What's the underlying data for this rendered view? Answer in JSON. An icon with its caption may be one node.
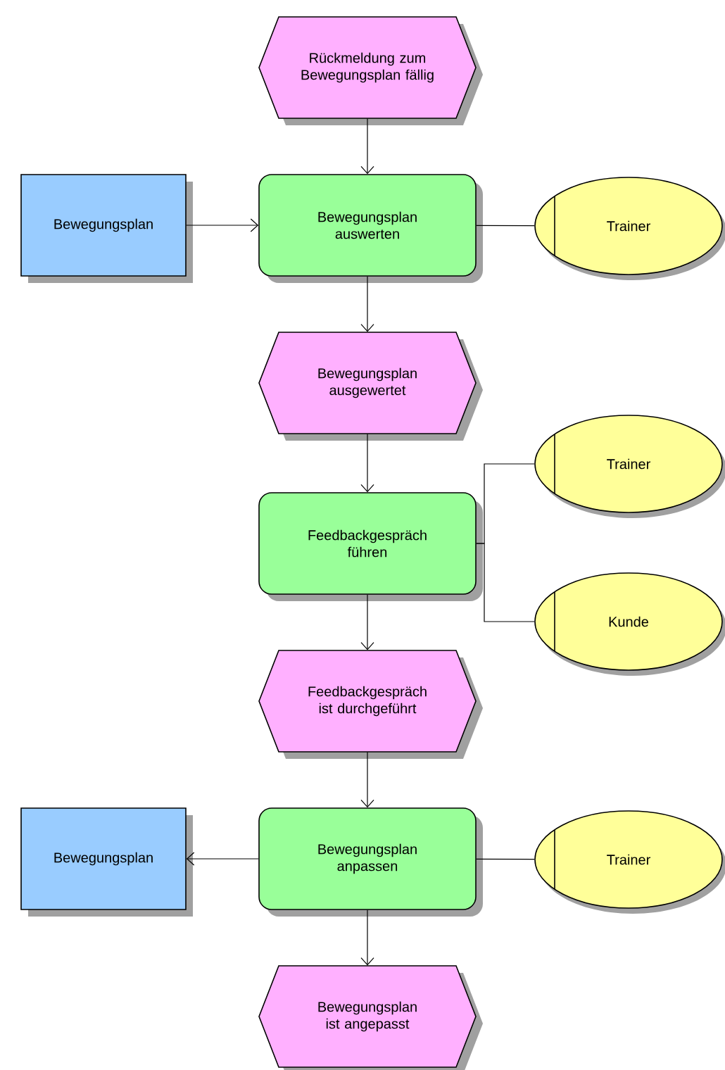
{
  "diagram": {
    "nodes": [
      {
        "text": [
          "Rückmeldung zum Bewegungsplan fällig"
        ]
      },
      {
        "text": [
          "Bewegungsplan"
        ]
      },
      {
        "text": [
          "Bewegungsplan auswerten"
        ]
      },
      {
        "text": [
          "Trainer"
        ]
      },
      {
        "text": [
          "Bewegungsplan ausgewertet"
        ]
      },
      {
        "text": [
          "Feedbackgespräch führen"
        ]
      },
      {
        "text": [
          "Trainer"
        ]
      },
      {
        "text": [
          "Kunde"
        ]
      },
      {
        "text": [
          "Feedbackgespräch ist durchgeführt"
        ]
      },
      {
        "text": [
          "Bewegungsplan"
        ]
      },
      {
        "text": [
          "Bewegungsplan anpassen"
        ]
      },
      {
        "text": [
          "Trainer"
        ]
      },
      {
        "text": [
          "Bewegungsplan ist angepasst"
        ]
      }
    ],
    "edges": [
      {
        "from": 0,
        "to": 2,
        "arrow": "to"
      },
      {
        "from": 1,
        "to": 2,
        "arrow": "to"
      },
      {
        "from": 2,
        "to": 3,
        "arrow": "none"
      },
      {
        "from": 2,
        "to": 4,
        "arrow": "to"
      },
      {
        "from": 4,
        "to": 5,
        "arrow": "to"
      },
      {
        "from": 5,
        "to": 6,
        "arrow": "none"
      },
      {
        "from": 5,
        "to": 7,
        "arrow": "none"
      },
      {
        "from": 5,
        "to": 8,
        "arrow": "to"
      },
      {
        "from": 8,
        "to": 10,
        "arrow": "to"
      },
      {
        "from": 10,
        "to": 9,
        "arrow": "to"
      },
      {
        "from": 10,
        "to": 11,
        "arrow": "none"
      },
      {
        "from": 10,
        "to": 12,
        "arrow": "to"
      }
    ]
  }
}
